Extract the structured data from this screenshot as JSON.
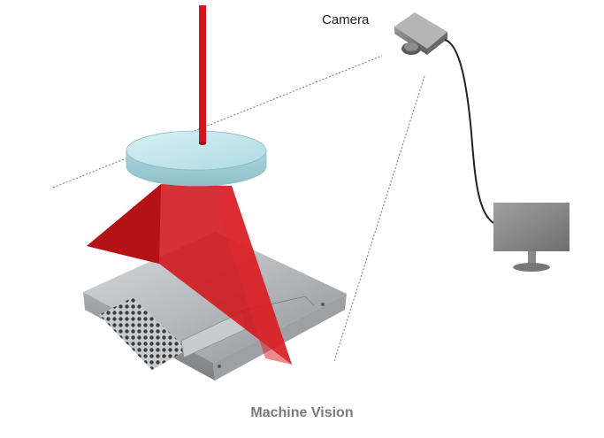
{
  "diagram": {
    "camera_label": "Camera",
    "caption": "Machine Vision"
  },
  "colors": {
    "laser": "#d2151b",
    "lens": "#bfe6ec",
    "monitor": "#8a8a8a",
    "metal": "#b9bcbf"
  },
  "icons": [
    "camera-icon",
    "monitor-icon",
    "laser-beam",
    "lens-disc",
    "metal-part"
  ]
}
